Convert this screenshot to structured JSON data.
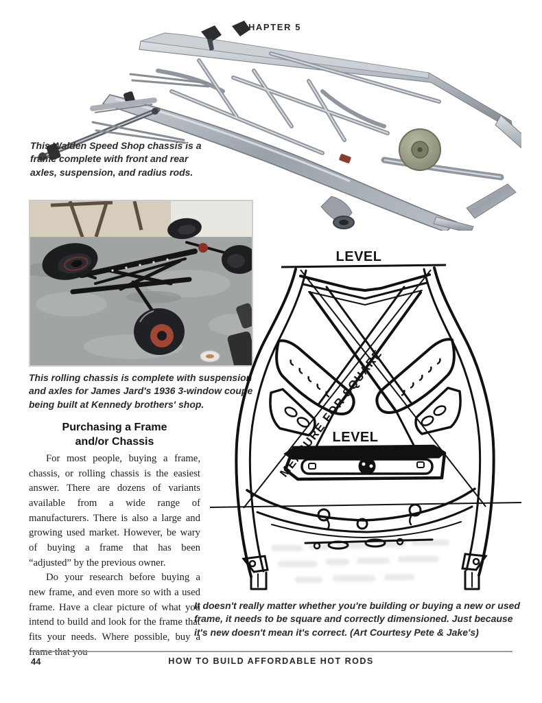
{
  "header": {
    "chapter": "CHAPTER 5"
  },
  "top_figure": {
    "caption": "This Walden Speed Shop chassis is a frame complete with front and rear axles, suspension, and radius rods."
  },
  "shop_figure": {
    "caption": "This rolling chassis is complete with suspension and axles for James Jard's 1936 3-window coupe being built at Kennedy brothers' shop."
  },
  "article": {
    "heading_lines": [
      "Purchasing a Frame",
      "and/or Chassis"
    ],
    "paragraphs": [
      "For most people, buying a frame, chassis, or rolling chassis is the easiest answer. There are dozens of variants available from a wide range of manufacturers. There is also a large and growing used market. However, be wary of buying a frame that has been “adjusted” by the previous owner.",
      "Do your research before buying a new frame, and even more so with a used frame. Have a clear picture of what you intend to build and look for the frame that fits your needs. Where possible, buy a frame that you"
    ]
  },
  "diagram": {
    "label_level_top": "LEVEL",
    "label_level_mid": "LEVEL",
    "label_measure": "MEASURE FOR SQUARE",
    "caption": "It doesn't really matter whether you're building or buying a new or used frame, it needs to be square and correctly dimensioned. Just because it's new doesn't mean it's correct. (Art Courtesy Pete & Jake's)"
  },
  "footer": {
    "page_number": "44",
    "book_title": "HOW TO BUILD AFFORDABLE HOT RODS"
  },
  "colors": {
    "ink": "#231f20",
    "line_art": "#111111",
    "rule": "#9a9a9a",
    "steel": "#b7bcc2",
    "rim_red": "#a04734"
  }
}
